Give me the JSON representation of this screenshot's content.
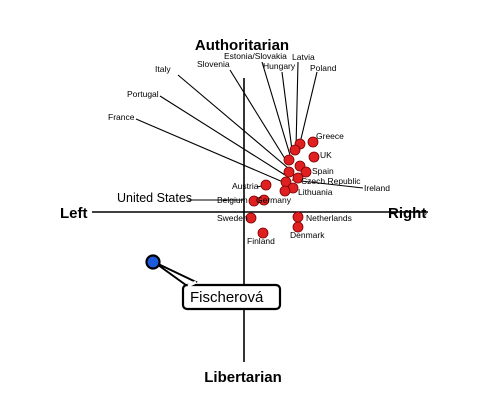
{
  "axes": {
    "top": "Authoritarian",
    "bottom": "Libertarian",
    "left": "Left",
    "right": "Right"
  },
  "callout_label": "Fischerová",
  "us_label": "United States",
  "countries": [
    "Italy",
    "Slovenia",
    "Estonia/Slovakia",
    "Hungary",
    "Latvia",
    "Poland",
    "Portugal",
    "France",
    "Greece",
    "UK",
    "Spain",
    "Czech Republic",
    "Ireland",
    "Austria",
    "Lithuania",
    "Belgium",
    "Germany",
    "Sweden",
    "Netherlands",
    "Denmark",
    "Finland"
  ],
  "colors": {
    "country_dot": "#e02020",
    "subject_dot": "#1e5bdc",
    "line": "#000000"
  }
}
